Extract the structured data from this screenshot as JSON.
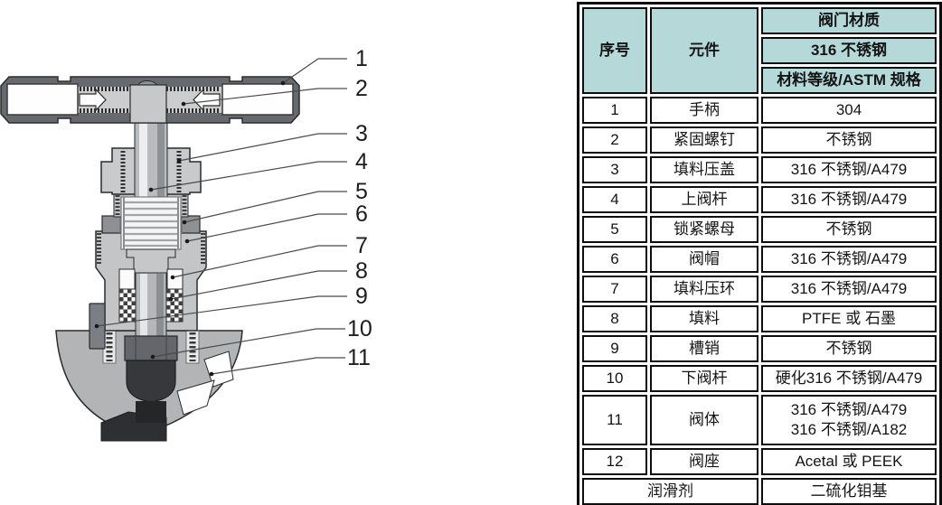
{
  "figure": {
    "callouts": [
      "1",
      "2",
      "3",
      "4",
      "5",
      "6",
      "7",
      "8",
      "9",
      "10",
      "11"
    ]
  },
  "table": {
    "headers": {
      "seq": "序号",
      "component": "元件",
      "material_title": "阀门材质",
      "material_sub": "316 不锈钢",
      "material_spec": "材料等级/ASTM 规格"
    },
    "rows": [
      {
        "no": "1",
        "part": "手柄",
        "material": "304"
      },
      {
        "no": "2",
        "part": "紧固螺钉",
        "material": "不锈钢"
      },
      {
        "no": "3",
        "part": "填料压盖",
        "material": "316 不锈钢/A479"
      },
      {
        "no": "4",
        "part": "上阀杆",
        "material": "316 不锈钢/A479"
      },
      {
        "no": "5",
        "part": "锁紧螺母",
        "material": "不锈钢"
      },
      {
        "no": "6",
        "part": "阀帽",
        "material": "316 不锈钢/A479"
      },
      {
        "no": "7",
        "part": "填料压环",
        "material": "316 不锈钢/A479"
      },
      {
        "no": "8",
        "part": "填料",
        "material": "PTFE 或 石墨"
      },
      {
        "no": "9",
        "part": "槽销",
        "material": "不锈钢"
      },
      {
        "no": "10",
        "part": "下阀杆",
        "material": "硬化316 不锈钢/A479"
      },
      {
        "no": "11",
        "part": "阀体",
        "material": "316 不锈钢/A479",
        "material2": "316 不锈钢/A182"
      },
      {
        "no": "12",
        "part": "阀座",
        "material": "Acetal 或 PEEK"
      }
    ],
    "footer": {
      "label": "润滑剂",
      "material": "二硫化钼基"
    },
    "colors": {
      "header_bg": "#b5d8d9",
      "border": "#0d0d0d"
    }
  }
}
